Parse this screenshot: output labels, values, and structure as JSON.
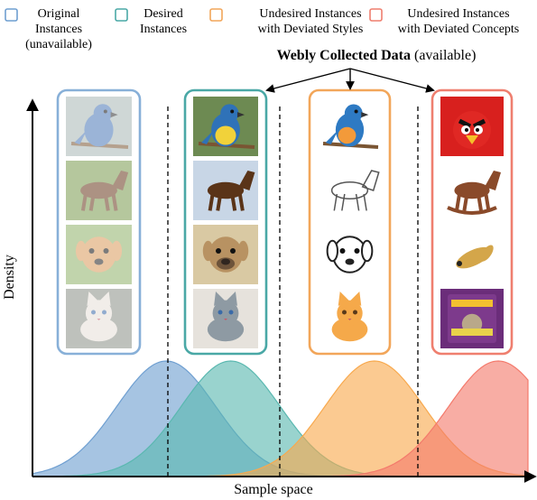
{
  "legend": [
    {
      "lines": [
        "Original",
        "Instances",
        "(unavailable)"
      ],
      "color": "#6f9fd1"
    },
    {
      "lines": [
        "Desired",
        "Instances"
      ],
      "color": "#4aa8a6"
    },
    {
      "lines": [
        "Undesired Instances",
        "with Deviated Styles"
      ],
      "color": "#f2a65a"
    },
    {
      "lines": [
        "Undesired Instances",
        "with Deviated Concepts"
      ],
      "color": "#ef7f6f"
    }
  ],
  "webly": {
    "bold": "Webly Collected Data",
    "normal": " (available)"
  },
  "axes": {
    "y_label": "Density",
    "x_label": "Sample space"
  },
  "groups": [
    {
      "color": "#88b0d8",
      "faded": true,
      "items": [
        {
          "icon": "bluebird-photo-icon",
          "bg": "#a9b8b5",
          "fg": "#4a77b8"
        },
        {
          "icon": "brown-horse-photo-icon",
          "bg": "#7a9a4e",
          "fg": "#6a3a1e"
        },
        {
          "icon": "beagle-puppy-photo-icon",
          "bg": "#8fb16a",
          "fg": "#d99a5a"
        },
        {
          "icon": "white-cat-photo-icon",
          "bg": "#8a8f86",
          "fg": "#e6e0d8"
        }
      ]
    },
    {
      "color": "#4aa8a6",
      "faded": false,
      "items": [
        {
          "icon": "bluetit-photo-icon",
          "bg": "#6d8a52",
          "fg": "#2f72b8"
        },
        {
          "icon": "horse-snow-photo-icon",
          "bg": "#c8d6e6",
          "fg": "#5a3418"
        },
        {
          "icon": "pug-photo-icon",
          "bg": "#d9c9a3",
          "fg": "#b89262"
        },
        {
          "icon": "grey-cat-photo-icon",
          "bg": "#e6e2dc",
          "fg": "#8e9aa3"
        }
      ]
    },
    {
      "color": "#f2a65a",
      "faded": false,
      "items": [
        {
          "icon": "cartoon-bird-icon",
          "bg": "#ffffff",
          "fg": "#2e7ac3"
        },
        {
          "icon": "horse-sketch-icon",
          "bg": "#ffffff",
          "fg": "#555555"
        },
        {
          "icon": "cartoon-dog-icon",
          "bg": "#ffffff",
          "fg": "#222222"
        },
        {
          "icon": "cartoon-cat-icon",
          "bg": "#ffffff",
          "fg": "#f5a94a"
        }
      ]
    },
    {
      "color": "#ef7f6f",
      "faded": false,
      "items": [
        {
          "icon": "angry-bird-icon",
          "bg": "#d8201e",
          "fg": "#111111"
        },
        {
          "icon": "rocking-horse-icon",
          "bg": "#ffffff",
          "fg": "#8a4a2a"
        },
        {
          "icon": "dog-toy-icon",
          "bg": "#ffffff",
          "fg": "#d4a64a"
        },
        {
          "icon": "cat-food-bag-icon",
          "bg": "#6b2d7a",
          "fg": "#f3c030"
        }
      ]
    }
  ],
  "curves": [
    {
      "mu": 0.27,
      "sigma": 0.1,
      "color": "#6f9fd1"
    },
    {
      "mu": 0.4,
      "sigma": 0.1,
      "color": "#5ab8b0"
    },
    {
      "mu": 0.69,
      "sigma": 0.1,
      "color": "#f8a94e"
    },
    {
      "mu": 0.94,
      "sigma": 0.1,
      "color": "#f47a6c"
    }
  ]
}
